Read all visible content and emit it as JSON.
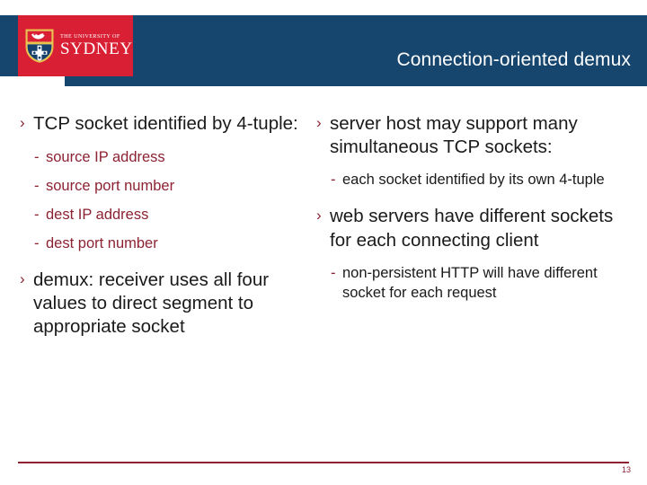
{
  "slide": {
    "title": "Connection-oriented demux",
    "page_number": "13"
  },
  "brand": {
    "logo_line1": "THE UNIVERSITY OF",
    "logo_line2": "SYDNEY",
    "navy": "#16456e",
    "red": "#d81f33",
    "accent_dark_red": "#8c2232",
    "body_text": "#1a1a1a"
  },
  "markers": {
    "level1": "›",
    "level2": "-"
  },
  "left_column": [
    {
      "level": 1,
      "text": "TCP socket identified by 4-tuple:",
      "color": "black"
    },
    {
      "level": 2,
      "text": "source IP address",
      "color": "red"
    },
    {
      "level": 2,
      "text": "source port number",
      "color": "red"
    },
    {
      "level": 2,
      "text": "dest IP address",
      "color": "red"
    },
    {
      "level": 2,
      "text": "dest port number",
      "color": "red"
    },
    {
      "level": 1,
      "text": "demux: receiver uses all four values to direct segment to appropriate socket",
      "color": "black"
    }
  ],
  "right_column": [
    {
      "level": 1,
      "text": "server host may support many simultaneous TCP sockets:",
      "color": "black"
    },
    {
      "level": 2,
      "text": "each socket identified by its own 4-tuple",
      "color": "black"
    },
    {
      "level": 1,
      "text": "web servers have different sockets for each connecting client",
      "color": "black"
    },
    {
      "level": 2,
      "text": "non-persistent HTTP will have different socket for each request",
      "color": "black"
    }
  ]
}
